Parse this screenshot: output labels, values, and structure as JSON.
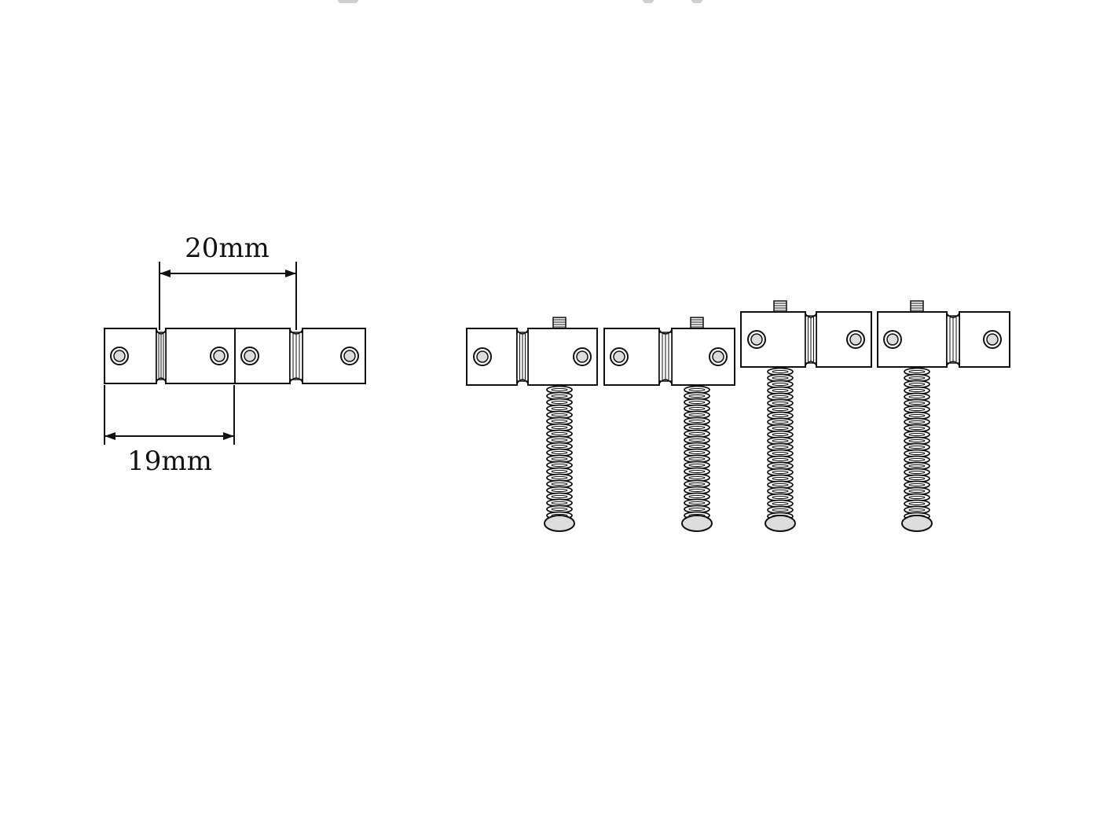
{
  "diagram": {
    "line_color": "#111111",
    "hole_fill": "#dddddd",
    "background": "#ffffff",
    "dimensions": {
      "top": {
        "label": "20mm"
      },
      "bottom": {
        "label": "19mm"
      }
    },
    "spacing_group": {
      "saddle_count": 2
    },
    "saddle_group": {
      "saddle_count": 4
    }
  }
}
